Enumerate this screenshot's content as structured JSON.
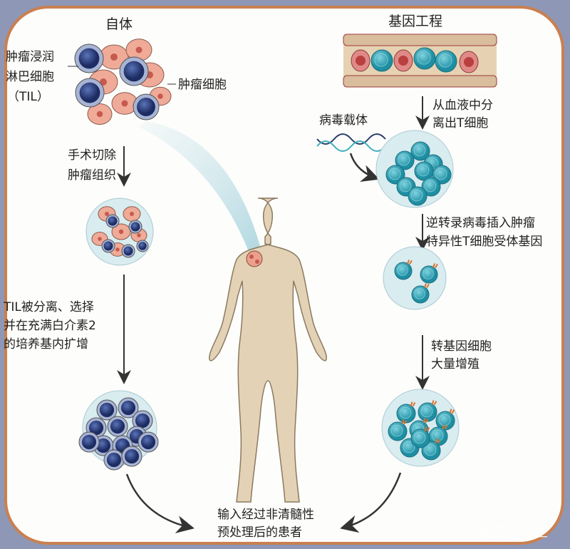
{
  "autologous": {
    "title": "自体",
    "til_label": [
      "肿瘤浸润",
      "淋巴细胞",
      "（TIL）"
    ],
    "tumor_cell_label": "肿瘤细胞",
    "step1": [
      "手术切除",
      "肿瘤组织"
    ],
    "step2": [
      "TIL被分离、选择",
      "并在充满白介素2",
      "的培养基内扩增"
    ]
  },
  "engineered": {
    "title": "基因工程",
    "step1": [
      "从血液中分",
      "离出T细胞"
    ],
    "vector_label": "病毒载体",
    "step2": [
      "逆转录病毒插入肿瘤",
      "特异性T细胞受体基因"
    ],
    "step3": [
      "转基因细胞",
      "大量增殖"
    ]
  },
  "outcome": [
    "输入经过非清髓性",
    "预处理后的患者"
  ],
  "watermark": "@免疫与养生",
  "colors": {
    "til": "#2b3f7a",
    "tcell": "#2fa3b5",
    "tumor": "#efab98",
    "border": "#c98050"
  }
}
